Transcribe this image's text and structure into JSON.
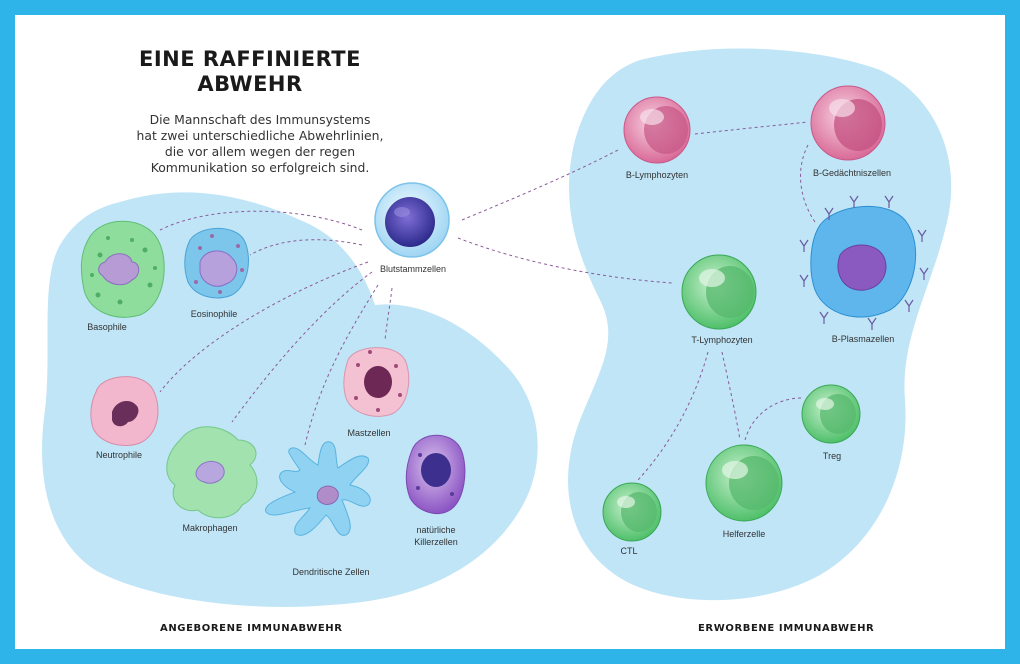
{
  "title_line1": "EINE RAFFINIERTE",
  "title_line2": "ABWEHR",
  "intro": [
    "Die Mannschaft des Immunsystems",
    "hat zwei unterschiedliche Abwehrlinien,",
    "die vor allem wegen der regen",
    "Kommunikation so erfolgreich sind."
  ],
  "colors": {
    "border": "#2fb4ea",
    "region": "#bfe5f7",
    "dashes": "#8b5a9a"
  },
  "sections": {
    "innate": "ANGEBORENE IMMUNABWEHR",
    "adaptive": "ERWORBENE IMMUNABWEHR"
  },
  "cells": {
    "stem": "Blutstammzellen",
    "basophile": "Basophile",
    "eosinophile": "Eosinophile",
    "neutrophile": "Neutrophile",
    "makrophagen": "Makrophagen",
    "dendritic": "Dendritische Zellen",
    "mast": "Mastzellen",
    "nk1": "natürliche",
    "nk2": "Killerzellen",
    "b_lymph": "B-Lymphozyten",
    "b_memory": "B-Gedächtniszellen",
    "plasma": "B-Plasmazellen",
    "t_lymph": "T-Lymphozyten",
    "ctl": "CTL",
    "helper": "Helferzelle",
    "treg": "Treg"
  }
}
